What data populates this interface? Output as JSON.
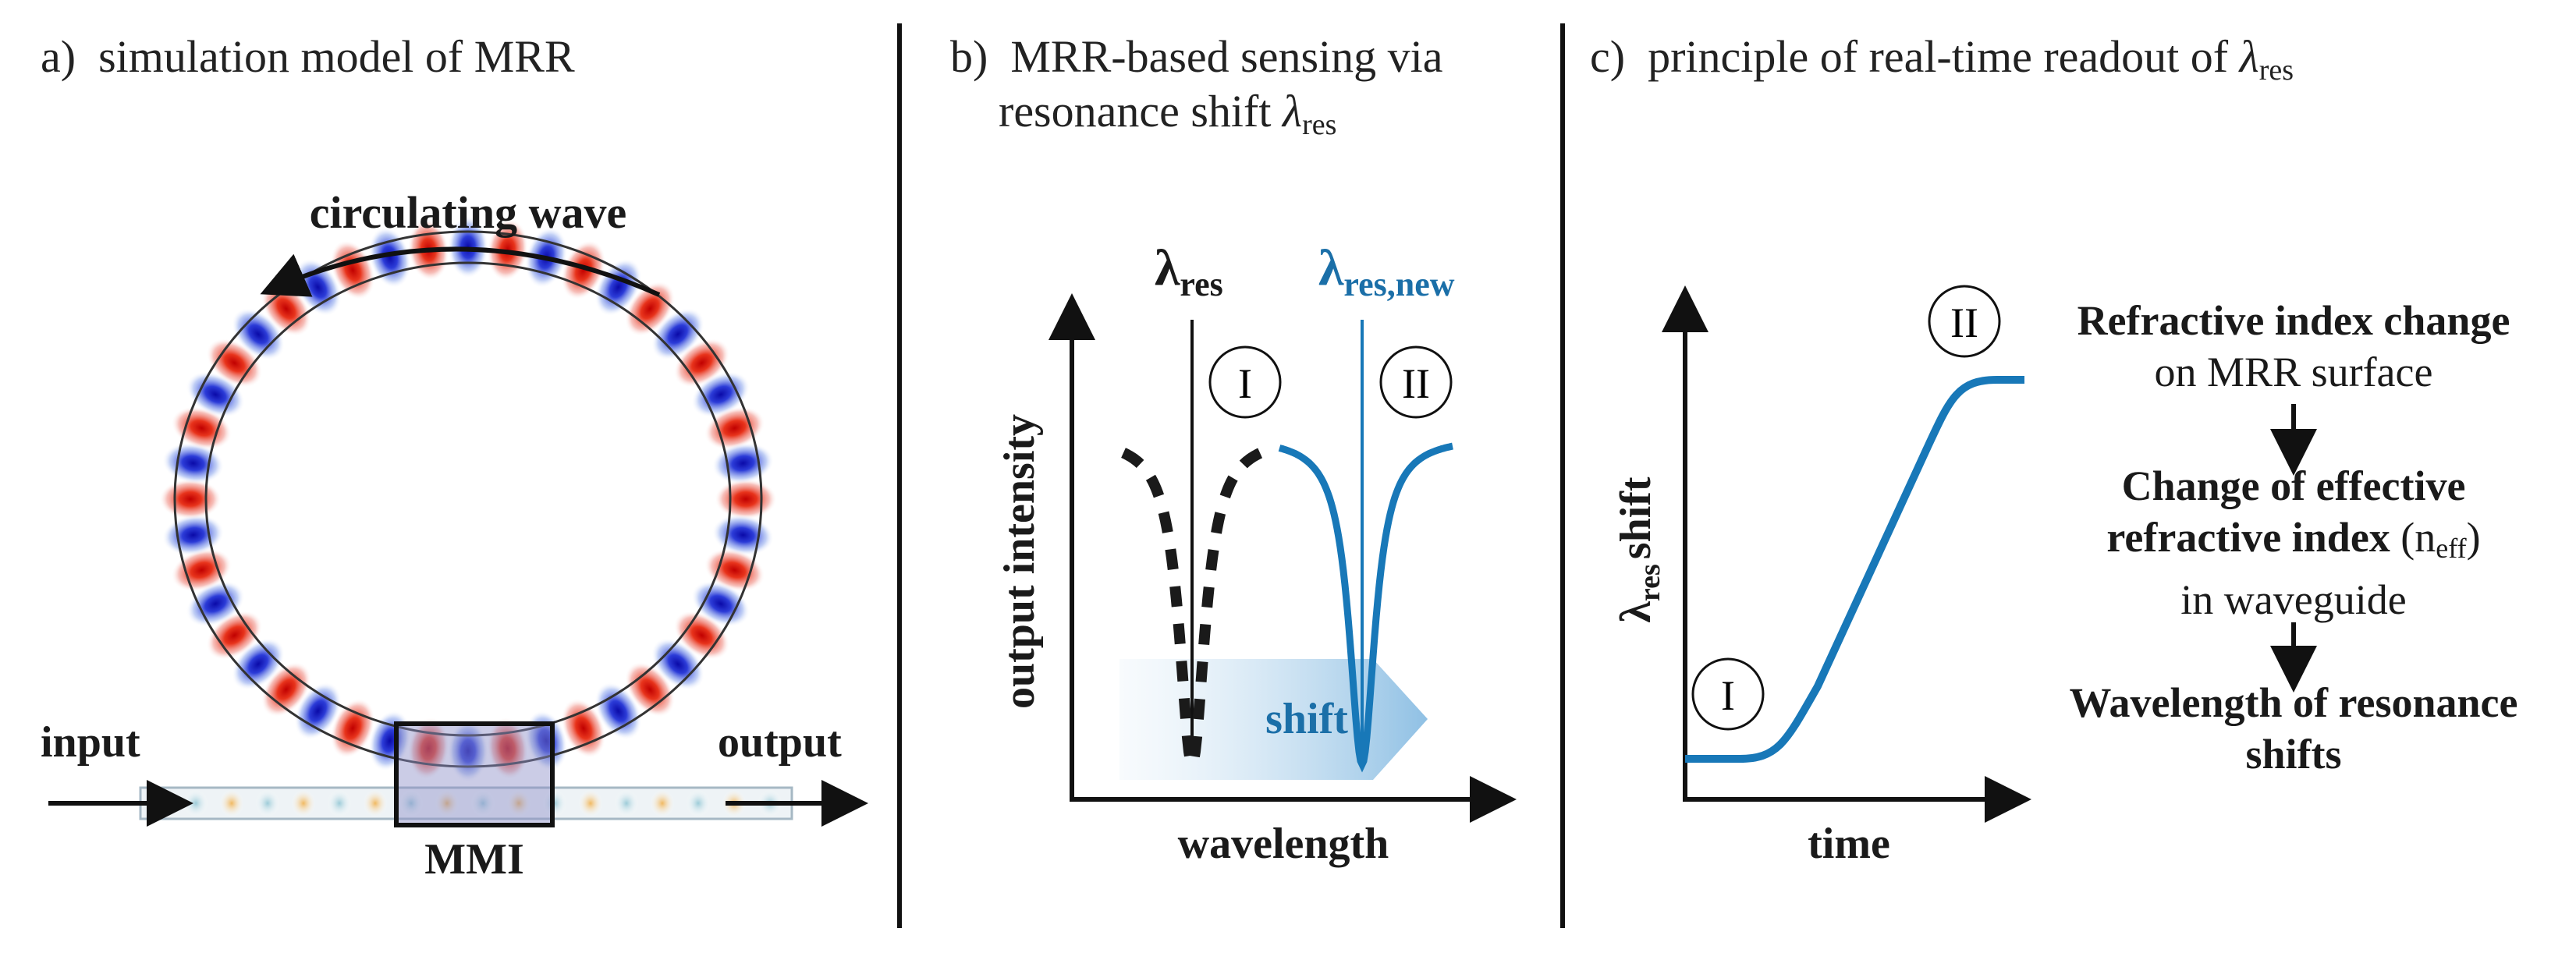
{
  "panel_a": {
    "tag": "a)",
    "title": "simulation model of MRR",
    "circulating_label": "circulating wave",
    "input_label": "input",
    "output_label": "output",
    "mmi_label": "MMI",
    "colors": {
      "red": "#d81f10",
      "blue": "#1f2fc8",
      "orange": "#f0b860"
    }
  },
  "panel_b": {
    "tag": "b)",
    "title_line1": "MRR-based sensing via",
    "title_line2_text": "resonance shift ",
    "title_line2_lambda": "λ",
    "title_line2_sub": "res",
    "lambda_res": "λ",
    "lambda_res_sub": "res",
    "lambda_new": "λ",
    "lambda_new_sub": "res,new",
    "marker_1": "I",
    "marker_2": "II",
    "ylabel": "output intensity",
    "xlabel": "wavelength",
    "shift_label": "shift",
    "colors": {
      "dashed": "#1a1a1a",
      "new": "#1878b8"
    }
  },
  "panel_c": {
    "tag": "c)",
    "title_text": "principle of real-time readout of ",
    "title_lambda": "λ",
    "title_sub": "res",
    "ylabel_lambda": "λ",
    "ylabel_sub": "res",
    "ylabel_text": "shift",
    "xlabel": "time",
    "marker_1": "I",
    "marker_2": "II",
    "flow": {
      "step1_bold": "Refractive index change",
      "step1_rest": "on MRR surface",
      "step2_bold_1": "Change of effective",
      "step2_bold_2": "refractive index",
      "step2_n": "(n",
      "step2_sub": "eff",
      "step2_close": ")",
      "step2_rest": "in waveguide",
      "step3_bold_1": "Wavelength of resonance",
      "step3_bold_2": "shifts"
    },
    "colors": {
      "curve": "#1878b8"
    }
  }
}
